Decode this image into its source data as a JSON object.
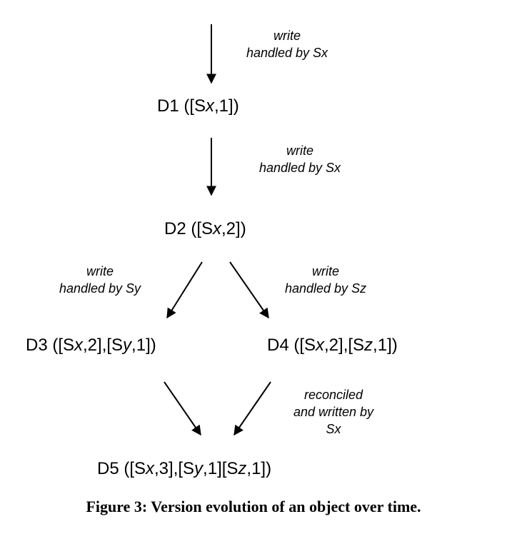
{
  "edge_labels": {
    "e0": [
      "write",
      "handled by Sx"
    ],
    "e1": [
      "write",
      "handled by Sx"
    ],
    "e2": [
      "write",
      "handled by Sy"
    ],
    "e3": [
      "write",
      "handled by Sz"
    ],
    "e5": [
      "reconciled",
      "and written by",
      "Sx"
    ]
  },
  "nodes": {
    "d1": [
      {
        "t": "D1 ([S",
        "i": false
      },
      {
        "t": "x",
        "i": true
      },
      {
        "t": ",1])",
        "i": false
      }
    ],
    "d2": [
      {
        "t": "D2 ([S",
        "i": false
      },
      {
        "t": "x",
        "i": true
      },
      {
        "t": ",2])",
        "i": false
      }
    ],
    "d3": [
      {
        "t": "D3 ([S",
        "i": false
      },
      {
        "t": "x",
        "i": true
      },
      {
        "t": ",2],[S",
        "i": false
      },
      {
        "t": "y",
        "i": true
      },
      {
        "t": ",1])",
        "i": false
      }
    ],
    "d4": [
      {
        "t": "D4 ([S",
        "i": false
      },
      {
        "t": "x",
        "i": true
      },
      {
        "t": ",2],[S",
        "i": false
      },
      {
        "t": "z",
        "i": true
      },
      {
        "t": ",1])",
        "i": false
      }
    ],
    "d5": [
      {
        "t": "D5 ([S",
        "i": false
      },
      {
        "t": "x",
        "i": true
      },
      {
        "t": ",3],[S",
        "i": false
      },
      {
        "t": "y",
        "i": true
      },
      {
        "t": ",1][S",
        "i": false
      },
      {
        "t": "z",
        "i": true
      },
      {
        "t": ",1])",
        "i": false
      }
    ]
  },
  "caption": "Figure 3: Version evolution of an object over time."
}
